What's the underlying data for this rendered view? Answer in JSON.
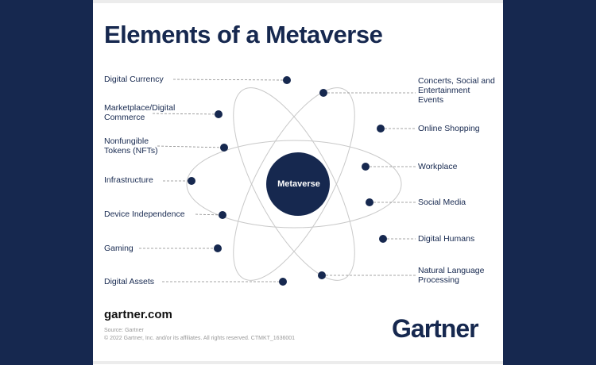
{
  "title": "Elements of a Metaverse",
  "center": "Metaverse",
  "left_items": [
    "Digital Currency",
    "Marketplace/Digital Commerce",
    "Nonfungible Tokens (NFTs)",
    "Infrastructure",
    "Device Independence",
    "Gaming",
    "Digital Assets"
  ],
  "right_items": [
    "Concerts, Social and Entertainment Events",
    "Online Shopping",
    "Workplace",
    "Social Media",
    "Digital Humans",
    "Natural Language Processing"
  ],
  "footer": {
    "site": "gartner.com",
    "source": "Source: Gartner",
    "copyright": "© 2022 Gartner, Inc. and/or its affiliates. All rights reserved. CTMKT_1636001",
    "logo": "Gartner"
  },
  "colors": {
    "navy": "#16284f"
  }
}
